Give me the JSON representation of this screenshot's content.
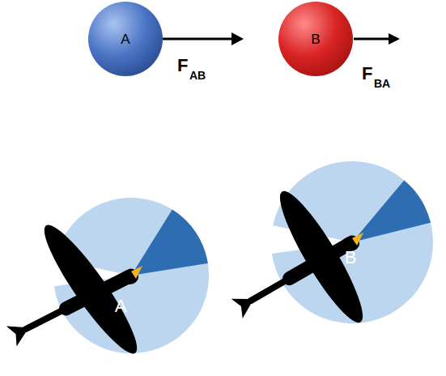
{
  "diagram": {
    "nodes": [
      {
        "text": [
          "A"
        ]
      },
      {
        "text": [
          "B"
        ]
      },
      {
        "text": [
          "A"
        ]
      },
      {
        "text": [
          "B"
        ]
      }
    ],
    "labels": [
      "F",
      "AB",
      "F",
      "BA"
    ]
  }
}
